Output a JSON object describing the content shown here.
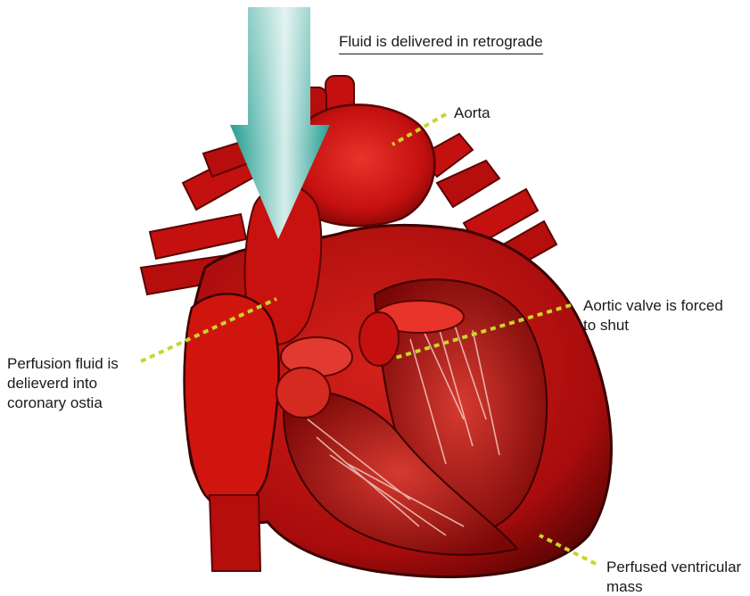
{
  "labels": {
    "title": "Fluid is delivered in retrograde",
    "aorta": "Aorta",
    "aortic_valve": "Aortic valve is forced\nto shut",
    "perfusion_fluid": "Perfusion fluid is\ndelieverd into\ncoronary ostia",
    "perfused_mass": "Perfused ventricular\nmass"
  },
  "colors": {
    "arrow": "#1f9a8f",
    "arrow_highlight": "#d6eeea",
    "leader_lines": "#c8d62a",
    "heart_main": "#c4100f",
    "heart_dark": "#5a0404",
    "heart_light": "#e8342a",
    "text": "#1a1a1a"
  }
}
